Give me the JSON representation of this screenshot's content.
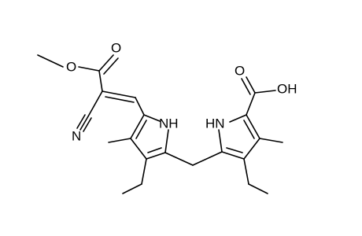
{
  "molecule": {
    "atom_labels": {
      "methoxy_o": "O",
      "carbonyl_o": "O",
      "nitrogen": "N",
      "pyrrole_nh_left": "NH",
      "pyrrole_nh_right": "HN",
      "carboxylic_o": "O",
      "carboxylic_oh": "OH"
    }
  }
}
